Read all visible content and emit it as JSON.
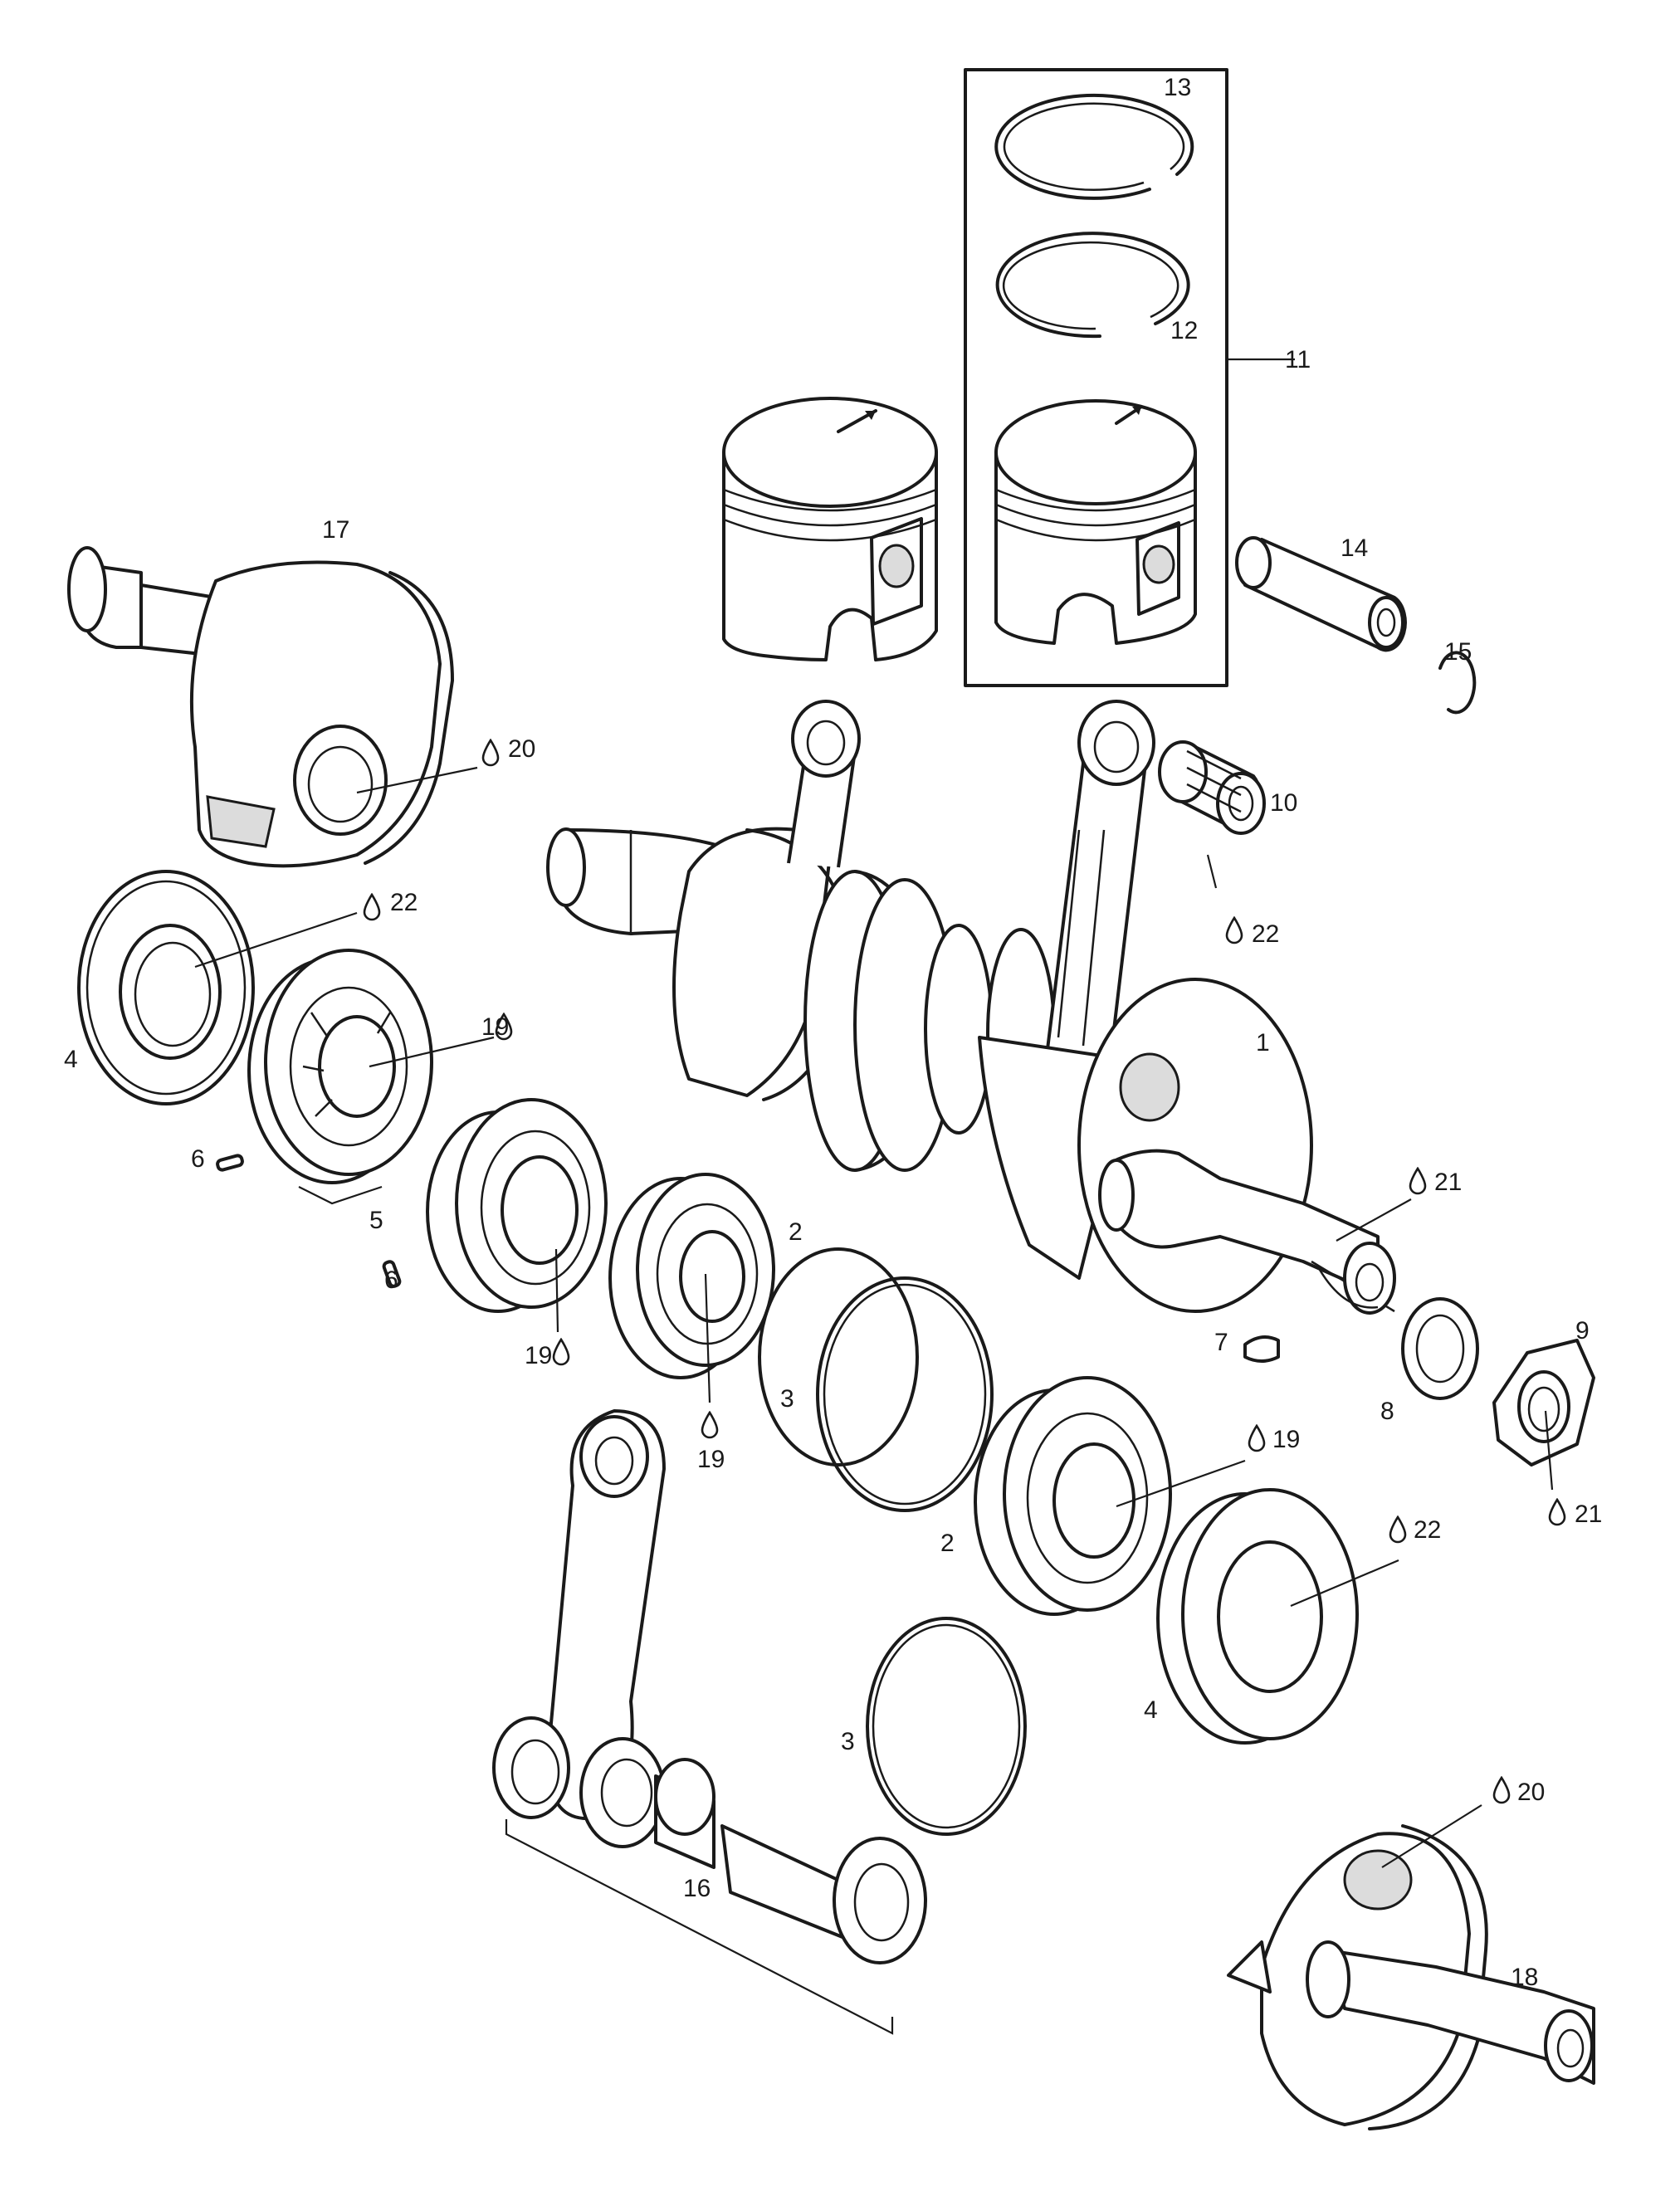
{
  "callouts": {
    "c1": "1",
    "c2a": "2",
    "c2b": "2",
    "c3a": "3",
    "c3b": "3",
    "c4a": "4",
    "c4b": "4",
    "c5": "5",
    "c6a": "6",
    "c6b": "6",
    "c7": "7",
    "c8": "8",
    "c9": "9",
    "c10": "10",
    "c11": "11",
    "c12": "12",
    "c13": "13",
    "c14": "14",
    "c15": "15",
    "c16": "16",
    "c17": "17",
    "c18": "18",
    "c19a": "19",
    "c19b": "19",
    "c19c": "19",
    "c19d": "19",
    "c20a": "20",
    "c20b": "20",
    "c21a": "21",
    "c21b": "21",
    "c22a": "22",
    "c22b": "22",
    "c22c": "22"
  },
  "icons": {
    "lubrication": "oil-drop-icon"
  }
}
